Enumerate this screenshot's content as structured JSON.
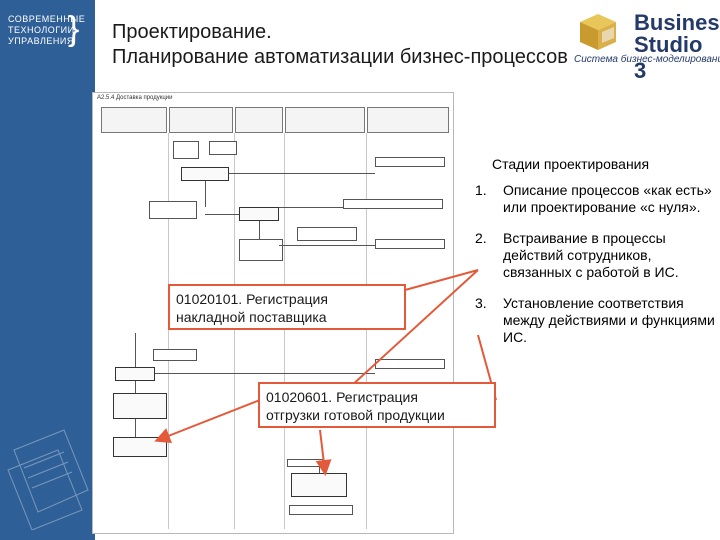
{
  "header": {
    "title_line1": "Проектирование.",
    "title_line2": "Планирование автоматизации бизнес-процессов"
  },
  "sidebar_logo": {
    "line1": "СОВРЕМЕННЫЕ",
    "line2": "ТЕХНОЛОГИИ",
    "line3": "УПРАВЛЕНИЯ"
  },
  "product_logo": {
    "name_line1": "Business",
    "name_line2": "Studio 3",
    "tagline": "Система бизнес-моделирования"
  },
  "diagram": {
    "title": "A2.5.4 Доставка продукции"
  },
  "stages": {
    "title": "Стадии проектирования",
    "items": [
      {
        "num": "1.",
        "text": "Описание процессов «как есть» или проектирование «с нуля»."
      },
      {
        "num": "2.",
        "text": "Встраивание в процессы действий сотрудников, связанных с работой в ИС."
      },
      {
        "num": "3.",
        "text": "Установление соответствия между действиями и функциями ИС."
      }
    ]
  },
  "callouts": {
    "first": {
      "line1": "01020101. Регистрация",
      "line2": "накладной поставщика"
    },
    "second": {
      "line1": "01020601. Регистрация",
      "line2": "отгрузки готовой продукции"
    }
  },
  "colors": {
    "brand_blue": "#2f5f97",
    "callout_red": "#e35a3a",
    "logo_navy": "#233a6a"
  }
}
